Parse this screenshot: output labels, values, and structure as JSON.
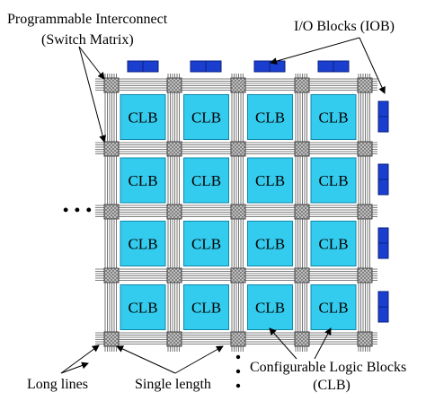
{
  "labels": {
    "interconnect_line1": "Programmable Interconnect",
    "interconnect_line2": "(Switch Matrix)",
    "io_blocks": "I/O Blocks (IOB)",
    "long_lines": "Long lines",
    "single_length": "Single length",
    "clb_line1": "Configurable Logic Blocks",
    "clb_line2": "(CLB)",
    "ellipsis_horizontal": "• • •"
  },
  "diagram": {
    "clb_text": "CLB",
    "grid_rows": 4,
    "grid_cols": 4,
    "colors": {
      "clb_fill": "#33ccee",
      "clb_stroke": "#1188aa",
      "iob_fill": "#1a3fcf",
      "iob_stroke": "#0a1f80",
      "wire": "#555555",
      "switch_fill": "#cccccc",
      "switch_stroke": "#444444"
    }
  }
}
